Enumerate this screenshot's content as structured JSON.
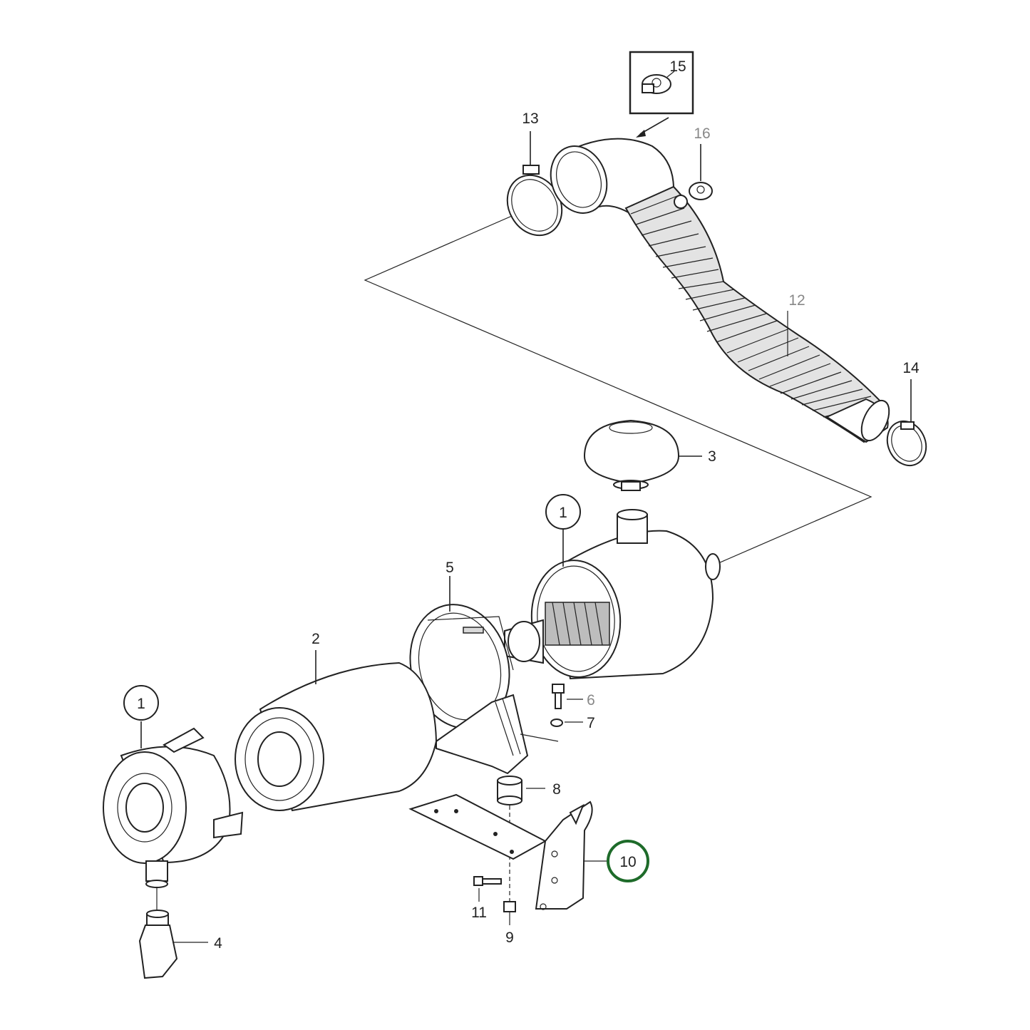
{
  "diagram": {
    "callouts": [
      {
        "id": "c1a",
        "label": "1"
      },
      {
        "id": "c1b",
        "label": "1"
      },
      {
        "id": "c2",
        "label": "2"
      },
      {
        "id": "c3",
        "label": "3"
      },
      {
        "id": "c4",
        "label": "4"
      },
      {
        "id": "c5",
        "label": "5"
      },
      {
        "id": "c6",
        "label": "6"
      },
      {
        "id": "c7",
        "label": "7"
      },
      {
        "id": "c8",
        "label": "8"
      },
      {
        "id": "c9",
        "label": "9"
      },
      {
        "id": "c10",
        "label": "10"
      },
      {
        "id": "c11",
        "label": "11"
      },
      {
        "id": "c12",
        "label": "12"
      },
      {
        "id": "c13",
        "label": "13"
      },
      {
        "id": "c14",
        "label": "14"
      },
      {
        "id": "c15",
        "label": "15"
      },
      {
        "id": "c16",
        "label": "16"
      }
    ],
    "highlight_color": "#1e6b2a"
  }
}
